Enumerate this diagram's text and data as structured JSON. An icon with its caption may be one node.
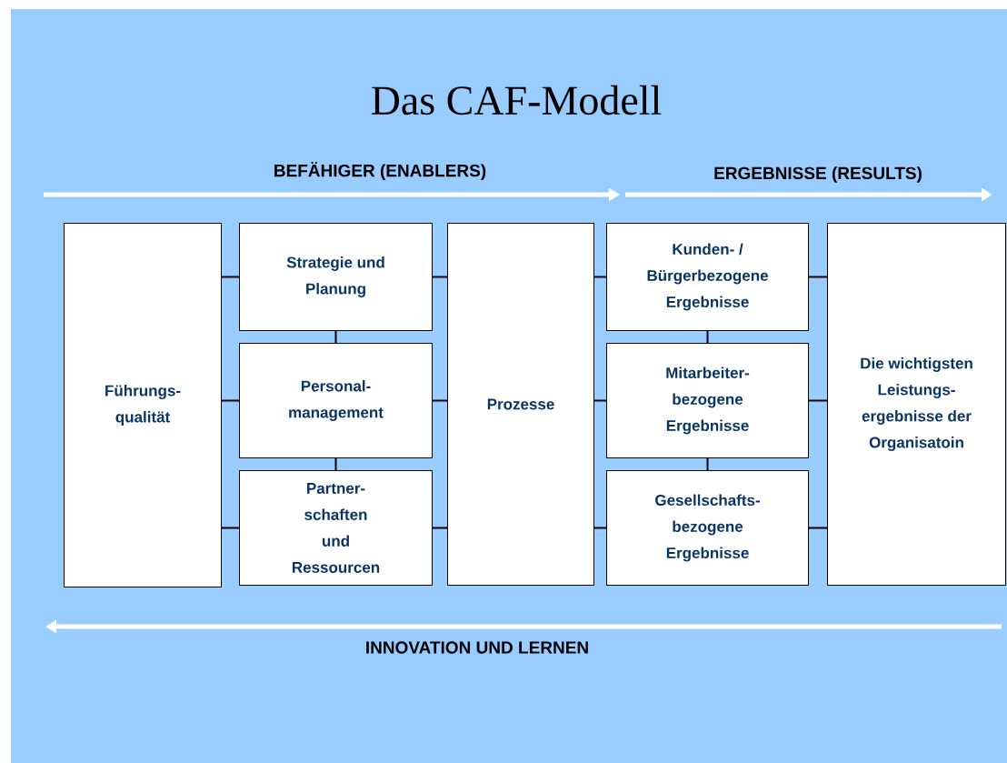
{
  "diagram": {
    "title": "Das CAF-Modell",
    "nodes": [
      {
        "text": [
          "Führungs- qualität"
        ]
      },
      {
        "text": [
          "Strategie und Planung"
        ]
      },
      {
        "text": [
          "Personal- management"
        ]
      },
      {
        "text": [
          "Partner- schaften und Ressourcen"
        ]
      },
      {
        "text": [
          "Prozesse"
        ]
      },
      {
        "text": [
          "Kunden- / Bürgerbezogene Ergebnisse"
        ]
      },
      {
        "text": [
          "Mitarbeiter- bezogene Ergebnisse"
        ]
      },
      {
        "text": [
          "Gesellschafts- bezogene Ergebnisse"
        ]
      },
      {
        "text": [
          "Die wichtigsten Leistungs- ergebnisse der Organisatoin"
        ]
      }
    ],
    "edges": [
      {
        "from": 0,
        "to": 1,
        "arrow": "none"
      },
      {
        "from": 0,
        "to": 2,
        "arrow": "none"
      },
      {
        "from": 0,
        "to": 3,
        "arrow": "none"
      },
      {
        "from": 1,
        "to": 2,
        "arrow": "none"
      },
      {
        "from": 2,
        "to": 3,
        "arrow": "none"
      },
      {
        "from": 1,
        "to": 4,
        "arrow": "none"
      },
      {
        "from": 2,
        "to": 4,
        "arrow": "none"
      },
      {
        "from": 3,
        "to": 4,
        "arrow": "none"
      },
      {
        "from": 4,
        "to": 5,
        "arrow": "none"
      },
      {
        "from": 4,
        "to": 6,
        "arrow": "none"
      },
      {
        "from": 4,
        "to": 7,
        "arrow": "none"
      },
      {
        "from": 5,
        "to": 6,
        "arrow": "none"
      },
      {
        "from": 6,
        "to": 7,
        "arrow": "none"
      },
      {
        "from": 5,
        "to": 8,
        "arrow": "none"
      },
      {
        "from": 6,
        "to": 8,
        "arrow": "none"
      },
      {
        "from": 7,
        "to": 8,
        "arrow": "none"
      }
    ],
    "labels": [
      "BEFÄHIGER (ENABLERS)",
      "ERGEBNISSE (RESULTS)",
      "INNOVATION UND LERNEN"
    ]
  }
}
